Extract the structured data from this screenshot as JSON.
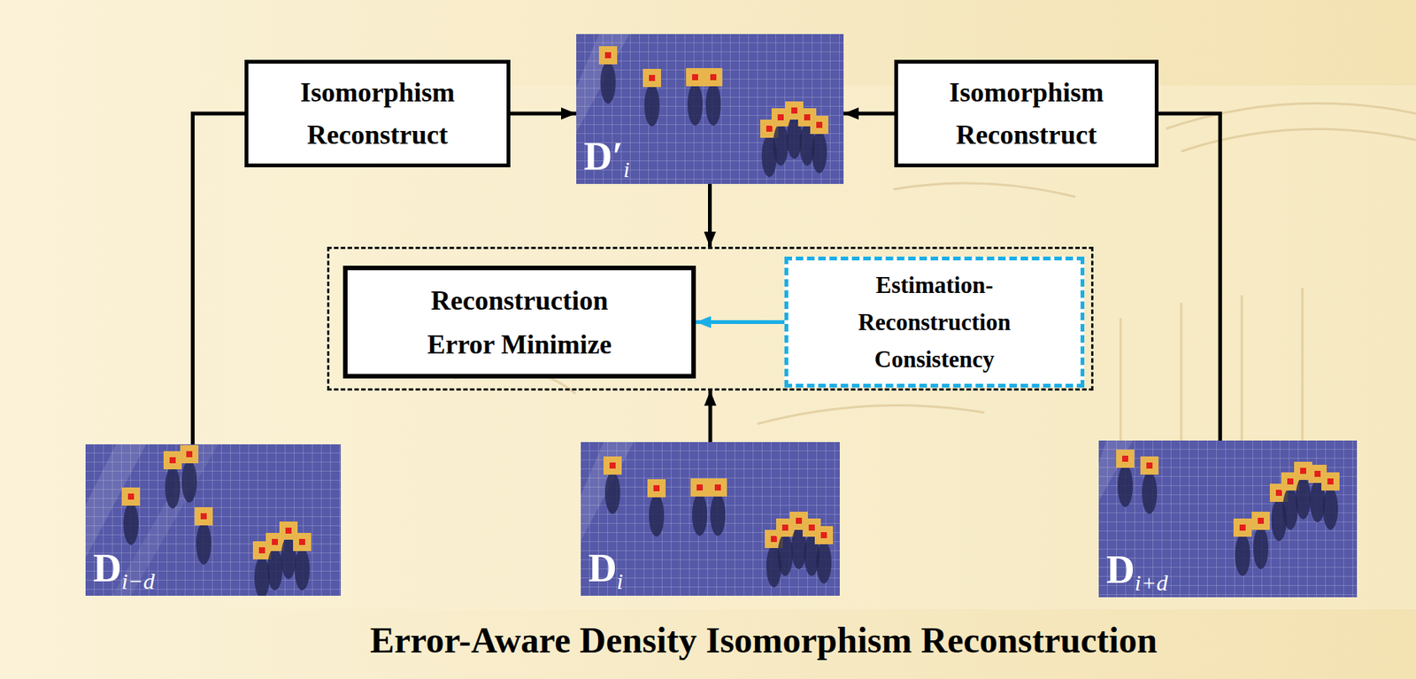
{
  "diagram": {
    "title": "Error-Aware Density Isomorphism Reconstruction",
    "nodes": [
      {
        "text": [
          "Isomorphism Reconstruct"
        ]
      },
      {
        "text": [
          "D′",
          "i"
        ]
      },
      {
        "text": [
          "Isomorphism Reconstruct"
        ]
      },
      {
        "text": []
      },
      {
        "text": [
          "Reconstruction Error Minimize"
        ],
        "in": 3
      },
      {
        "text": [
          "Estimation-Reconstruction Consistency"
        ],
        "in": 3
      },
      {
        "text": [
          "D",
          "i−d"
        ]
      },
      {
        "text": [
          "D",
          "i"
        ]
      },
      {
        "text": [
          "D",
          "i+d"
        ]
      }
    ],
    "edges": [
      {
        "from": 6,
        "to": 0,
        "arrow": "none"
      },
      {
        "from": 0,
        "to": 1,
        "arrow": "to"
      },
      {
        "from": 8,
        "to": 2,
        "arrow": "none"
      },
      {
        "from": 2,
        "to": 1,
        "arrow": "to"
      },
      {
        "from": 1,
        "to": 3,
        "arrow": "to"
      },
      {
        "from": 7,
        "to": 3,
        "arrow": "to"
      },
      {
        "from": 5,
        "to": 4,
        "arrow": "to"
      }
    ]
  }
}
